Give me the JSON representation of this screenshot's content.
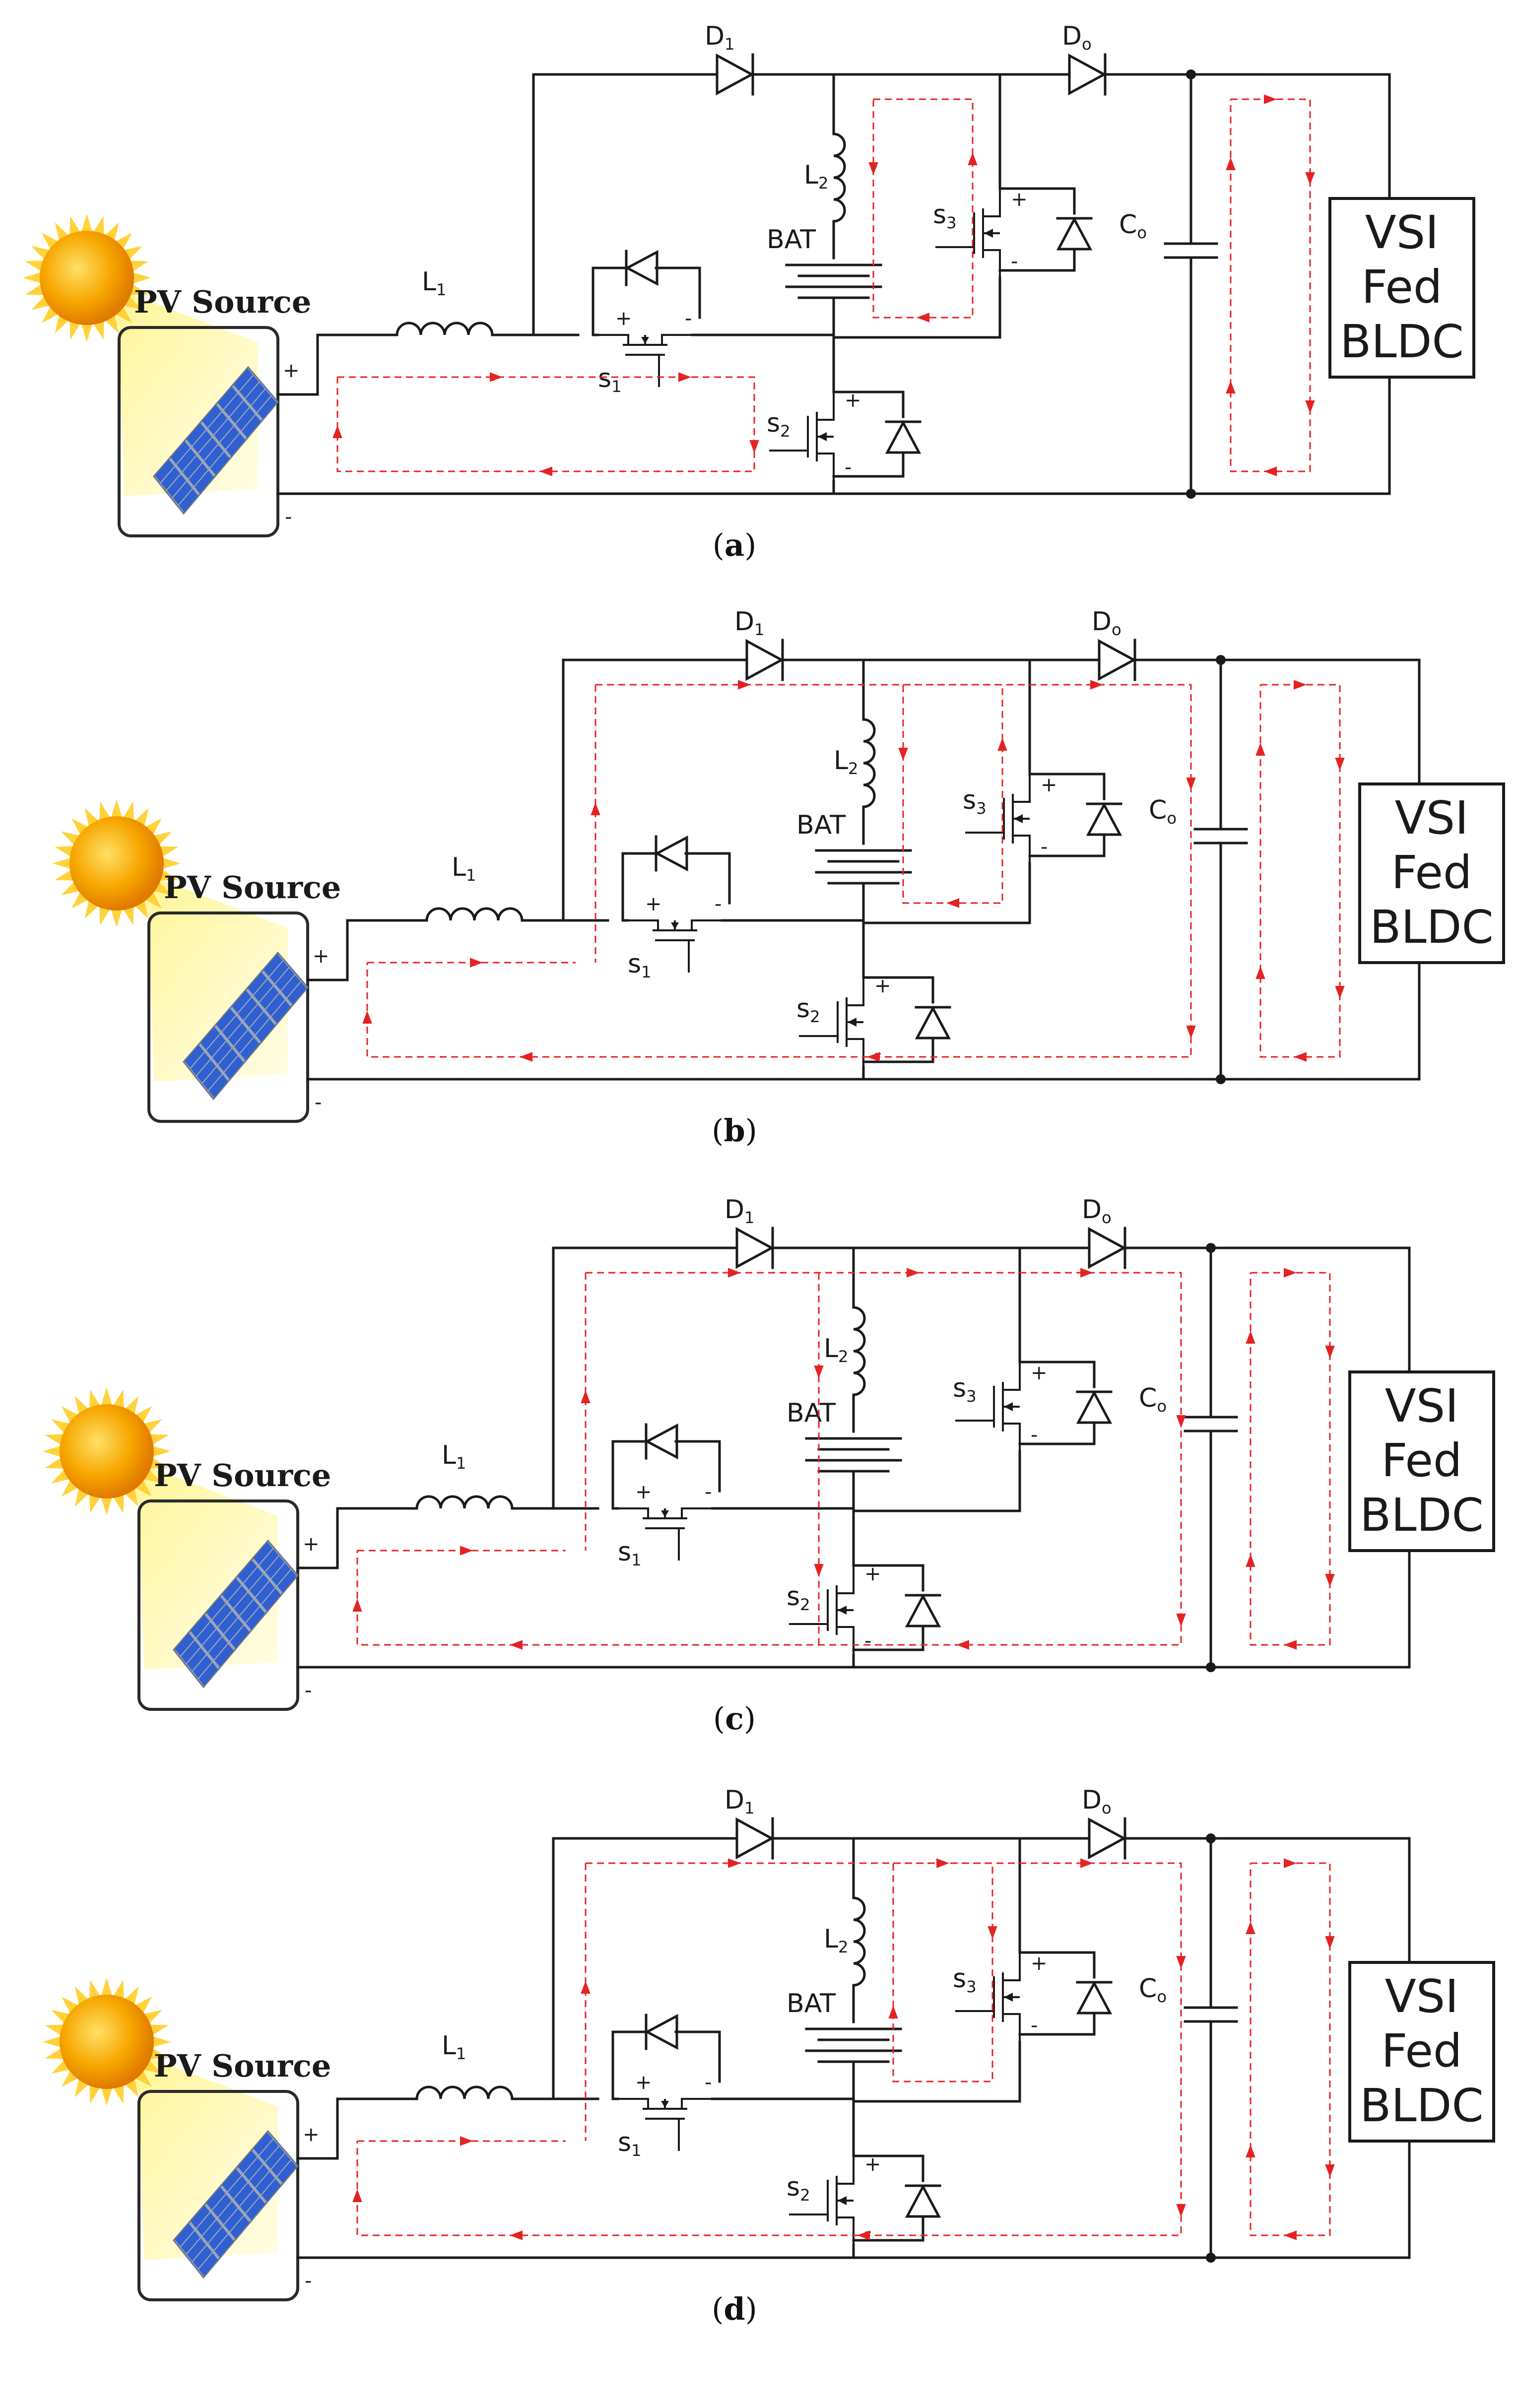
{
  "labels": {
    "pv_source": "PV Source",
    "plus": "+",
    "minus": "-",
    "l1": "L",
    "l1_sub": "1",
    "l2": "L",
    "l2_sub": "2",
    "d1": "D",
    "d1_sub": "1",
    "do": "D",
    "do_sub": "o",
    "bat": "BAT",
    "s1": "s",
    "s1_sub": "1",
    "s2": "s",
    "s2_sub": "2",
    "s3": "s",
    "s3_sub": "3",
    "co": "C",
    "co_sub": "o",
    "load_line1": "VSI",
    "load_line2": "Fed",
    "load_line3": "BLDC"
  },
  "captions": [
    "a",
    "b",
    "c",
    "d"
  ],
  "colors": {
    "wire": "#1a1a1a",
    "current_path": "#e52222",
    "panel_cell": "#2f5fd0",
    "panel_frame": "#9aa6b8",
    "sun_core": "#f7a600",
    "sun_ray": "#ffd23a",
    "beam": "#fff7a0"
  }
}
